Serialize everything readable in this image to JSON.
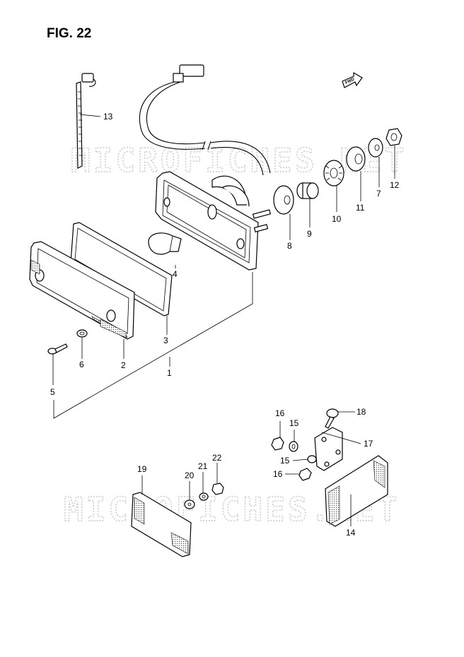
{
  "figure": {
    "title": "FIG. 22"
  },
  "fwd_label": "FWD",
  "watermark": "MICROFICHES.NET",
  "callouts": [
    {
      "id": "c1",
      "label": "1"
    },
    {
      "id": "c2",
      "label": "2"
    },
    {
      "id": "c3",
      "label": "3"
    },
    {
      "id": "c4",
      "label": "4"
    },
    {
      "id": "c5",
      "label": "5"
    },
    {
      "id": "c6",
      "label": "6"
    },
    {
      "id": "c7",
      "label": "7"
    },
    {
      "id": "c8",
      "label": "8"
    },
    {
      "id": "c9",
      "label": "9"
    },
    {
      "id": "c10",
      "label": "10"
    },
    {
      "id": "c11",
      "label": "11"
    },
    {
      "id": "c12",
      "label": "12"
    },
    {
      "id": "c13",
      "label": "13"
    },
    {
      "id": "c14",
      "label": "14"
    },
    {
      "id": "c15a",
      "label": "15"
    },
    {
      "id": "c15b",
      "label": "15"
    },
    {
      "id": "c16a",
      "label": "16"
    },
    {
      "id": "c16b",
      "label": "16"
    },
    {
      "id": "c17",
      "label": "17"
    },
    {
      "id": "c18",
      "label": "18"
    },
    {
      "id": "c19",
      "label": "19"
    },
    {
      "id": "c20",
      "label": "20"
    },
    {
      "id": "c21",
      "label": "21"
    },
    {
      "id": "c22",
      "label": "22"
    }
  ]
}
